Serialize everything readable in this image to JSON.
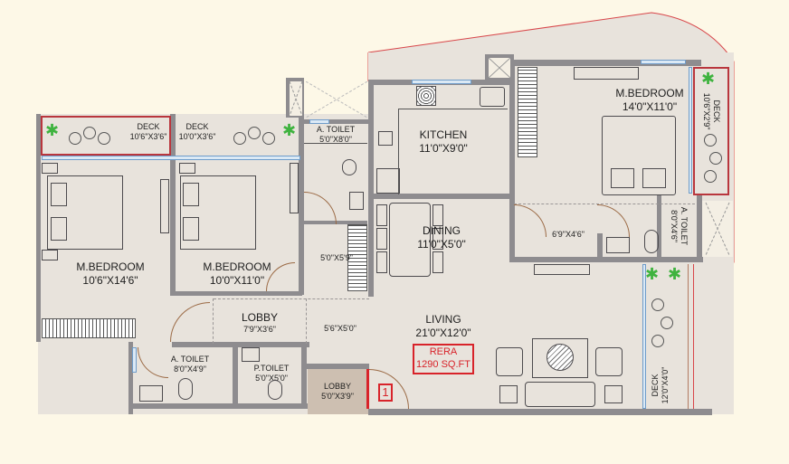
{
  "plan": {
    "rera": {
      "title": "RERA",
      "area": "1290 SQ.FT"
    },
    "entrance_marker": "1",
    "colors": {
      "background": "#fdf8e7",
      "floor": "#e8e3dc",
      "wall": "#8e8c8f",
      "accent_red": "#d8232a",
      "plant_green": "#3fb33f",
      "window_blue": "#6f9cc9",
      "lobby_floor": "#cdbfb1"
    }
  },
  "rooms": {
    "deck_left": {
      "name": "DECK",
      "dim": "10'6\"X3'6\""
    },
    "deck_mid": {
      "name": "DECK",
      "dim": "10'0\"X3'6\""
    },
    "toilet_top": {
      "name": "A. TOILET",
      "dim": "5'0\"X8'0\""
    },
    "kitchen": {
      "name": "KITCHEN",
      "dim": "11'0\"X9'0\""
    },
    "master_right": {
      "name": "M.BEDROOM",
      "dim": "14'0\"X11'0\""
    },
    "deck_right_top": {
      "name": "DECK",
      "dim": "10'6\"X2'9\""
    },
    "bedroom_left": {
      "name": "M.BEDROOM",
      "dim": "10'6\"X14'6\""
    },
    "bedroom_mid": {
      "name": "M.BEDROOM",
      "dim": "10'0\"X11'0\""
    },
    "passage_small": {
      "dim": "5'0\"X5'9\""
    },
    "dining": {
      "name": "DINING",
      "dim": "11'0\"X5'0\""
    },
    "passage_right": {
      "dim": "6'9\"X4'6\""
    },
    "toilet_right": {
      "name": "A. TOILET",
      "dim": "8'0\"X4'6\""
    },
    "lobby": {
      "name": "LOBBY",
      "dim": "7'9\"X3'6\""
    },
    "foyer": {
      "dim": "5'6\"X5'0\""
    },
    "living": {
      "name": "LIVING",
      "dim": "21'0\"X12'0\""
    },
    "toilet_bottom": {
      "name": "A. TOILET",
      "dim": "8'0\"X4'9\""
    },
    "ptoilet": {
      "name": "P.TOILET",
      "dim": "5'0\"X5'0\""
    },
    "entry_lobby": {
      "name": "LOBBY",
      "dim": "5'0\"X3'9\""
    },
    "deck_right_bottom": {
      "name": "DECK",
      "dim": "12'0\"X4'0\""
    }
  }
}
